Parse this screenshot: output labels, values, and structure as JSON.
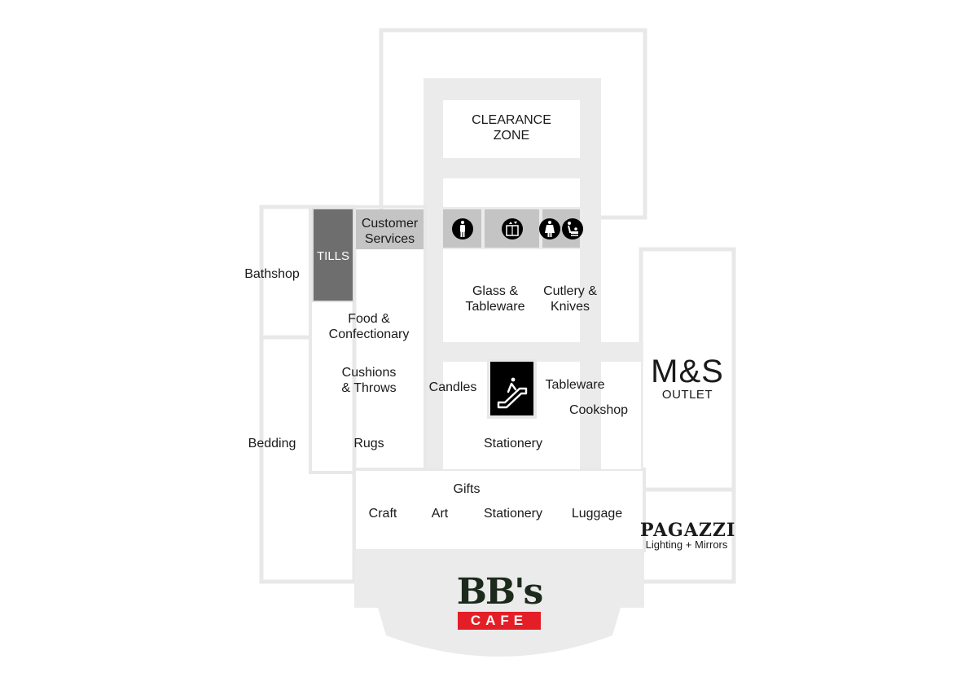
{
  "colors": {
    "wall": "#e8e8e8",
    "corridor": "#ebebeb",
    "floor": "#ffffff",
    "tills": "#6e6e6e",
    "facilities": "#c4c4c4",
    "escalator": "#000000",
    "cafe_red": "#e41e26"
  },
  "zones": {
    "clearance": [
      "CLEARANCE",
      "ZONE"
    ],
    "customer_services": [
      "Customer",
      "Services"
    ],
    "tills": "TILLS",
    "bathshop": "Bathshop",
    "bedding": "Bedding",
    "food": [
      "Food &",
      "Confectionary"
    ],
    "cushions": [
      "Cushions",
      "& Throws"
    ],
    "rugs": "Rugs",
    "glass": [
      "Glass &",
      "Tableware"
    ],
    "cutlery": [
      "Cutlery &",
      "Knives"
    ],
    "candles": "Candles",
    "tableware": "Tableware",
    "cookshop": "Cookshop",
    "stationery_mid": "Stationery",
    "gifts": "Gifts",
    "craft": "Craft",
    "art": "Art",
    "stationery_bottom": "Stationery",
    "luggage": "Luggage"
  },
  "stores": {
    "ms_logo": "M&S",
    "ms_sub": "OUTLET",
    "pagazzi_logo": "PAGAZZI",
    "pagazzi_sub": "Lighting + Mirrors",
    "cafe_logo": "BB's",
    "cafe_sub": "CAFE"
  },
  "icons": {
    "toilet": "person-icon",
    "lift": "lift-icon",
    "accessible_toilet": "person-icon",
    "baby_change": "baby-change-icon",
    "escalator": "escalator-icon"
  }
}
